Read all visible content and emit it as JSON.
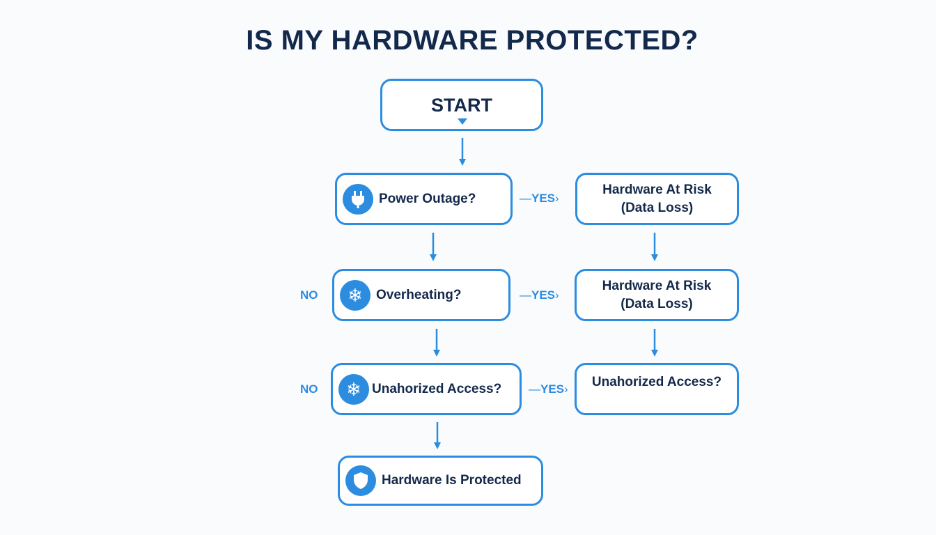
{
  "title": "IS MY HARDWARE PROTECTED?",
  "nodes": {
    "start": {
      "label": "START"
    },
    "power_outage": {
      "label": "Power Outage?",
      "icon": "plug-icon"
    },
    "overheating": {
      "label": "Overheating?",
      "icon": "snowflake-icon"
    },
    "unauthorized_access": {
      "label": "Unahorized Access?",
      "icon": "snowflake-icon"
    },
    "protected": {
      "label": "Hardware Is Protected",
      "icon": "shield-icon"
    },
    "risk_1": {
      "label": "Hardware At Risk\n(Data Loss)"
    },
    "risk_2": {
      "label": "Hardware At Risk\n(Data Loss)"
    },
    "risk_3": {
      "label": "Unahorized Access?"
    }
  },
  "edge_labels": {
    "yes": "YES",
    "no": "NO"
  },
  "colors": {
    "accent": "#2b8ce0",
    "text": "#13294b",
    "background": "#fafbfd"
  }
}
